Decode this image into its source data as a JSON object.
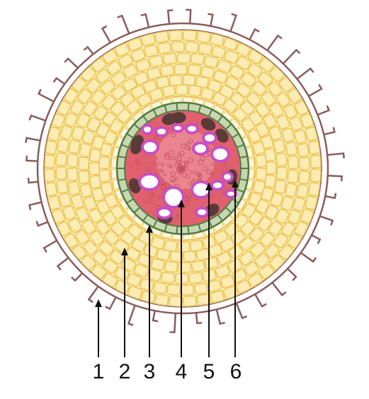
{
  "labels": [
    {
      "id": "1",
      "text": "1"
    },
    {
      "id": "2",
      "text": "2"
    },
    {
      "id": "3",
      "text": "3"
    },
    {
      "id": "4",
      "text": "4"
    },
    {
      "id": "5",
      "text": "5"
    },
    {
      "id": "6",
      "text": "6"
    }
  ],
  "colors": {
    "epidermis": "#8a5c5c",
    "cortex_fill": "#fbecb4",
    "cortex_wall": "#ecc24e",
    "inner_cortex_fill": "#fdf6dc",
    "endodermis": "#4f7d45",
    "endodermis_fill": "#c9d7b0",
    "stele": "#e0606e",
    "stele_light": "#ec8f97",
    "xylem_vessel": "#c84fc3",
    "xylem_lumen": "#ffffff",
    "phloem": "#5a3b38",
    "arrow": "#111111"
  }
}
